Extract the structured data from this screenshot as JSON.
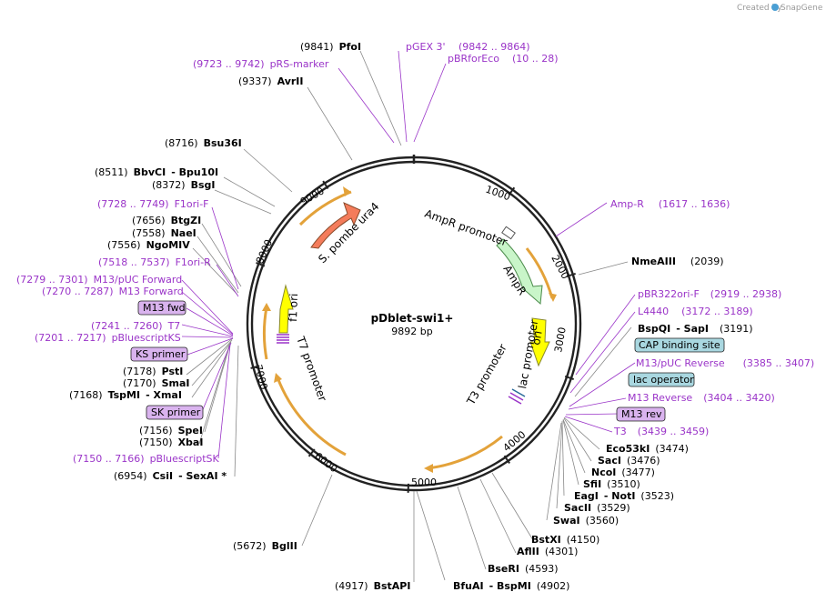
{
  "credit": {
    "prefix": "Created by",
    "brand": "SnapGene"
  },
  "plasmid": {
    "name": "pDblet-swi1+",
    "length": "9892 bp"
  },
  "ticks": [
    "1000",
    "2000",
    "3000",
    "4000",
    "5000",
    "6000",
    "7000",
    "8000",
    "9000"
  ],
  "features": {
    "ampr_promoter": "AmpR promoter",
    "ampr": "AmpR",
    "ori": "ori",
    "lac_promoter": "lac promoter",
    "t3_promoter": "T3 promoter",
    "t7_promoter": "T7 promoter",
    "f1_ori": "f1 ori",
    "s_pombe_ura4": "S. pombe ura4"
  },
  "labels": {
    "pfoi_num": "(9841)",
    "pfoi": "PfoI",
    "pgex3": "pGEX 3'",
    "pgex3_range": "(9842 .. 9864)",
    "pbrforeco": "pBRforEco",
    "pbrforeco_range": "(10 .. 28)",
    "prs_range": "(9723 .. 9742)",
    "prs": "pRS-marker",
    "avrii_num": "(9337)",
    "avrii": "AvrII",
    "bsu36i_num": "(8716)",
    "bsu36i": "Bsu36I",
    "bbvci_num": "(8511)",
    "bbvci": "BbvCI",
    "bpu10i": "- Bpu10I",
    "bsgi_num": "(8372)",
    "bsgi": "BsgI",
    "f1orif_range": "(7728 .. 7749)",
    "f1orif": "F1ori-F",
    "btgzi_num": "(7656)",
    "btgzi": "BtgZI",
    "naei_num": "(7558)",
    "naei": "NaeI",
    "ngomiv_num": "(7556)",
    "ngomiv": "NgoMIV",
    "f1orir_range": "(7518 .. 7537)",
    "f1orir": "F1ori-R",
    "m13pucf_range": "(7279 .. 7301)",
    "m13pucf": "M13/pUC Forward",
    "m13f_range": "(7270 .. 7287)",
    "m13f": "M13 Forward",
    "m13fwd": "M13 fwd",
    "t7_range": "(7241 .. 7260)",
    "t7": "T7",
    "bsks_range": "(7201 .. 7217)",
    "bsks": "pBluescriptKS",
    "ks_primer": "KS primer",
    "psti_num": "(7178)",
    "psti": "PstI",
    "smai_num": "(7170)",
    "smai": "SmaI",
    "tspmi_num": "(7168)",
    "tspmi": "TspMI",
    "xmai": "- XmaI",
    "sk_primer": "SK primer",
    "spei_num": "(7156)",
    "spei": "SpeI",
    "xbai_num": "(7150)",
    "xbai": "XbaI",
    "bssk_range": "(7150 .. 7166)",
    "bssk": "pBluescriptSK",
    "csii_num": "(6954)",
    "csii": "CsiI",
    "sexai": "- SexAI *",
    "bglii_num": "(5672)",
    "bglii": "BglII",
    "bstapi_num": "(4917)",
    "bstapi": "BstAPI",
    "bfuai": "BfuAI",
    "bspmi": "- BspMI",
    "bfuai_num": "(4902)",
    "bseri": "BseRI",
    "bseri_num": "(4593)",
    "aflii": "AflII",
    "aflii_num": "(4301)",
    "bstxi": "BstXI",
    "bstxi_num": "(4150)",
    "swai": "SwaI",
    "swai_num": "(3560)",
    "sacii": "SacII",
    "sacii_num": "(3529)",
    "eagi": "EagI",
    "noti": "- NotI",
    "eagi_num": "(3523)",
    "sfii": "SfiI",
    "sfii_num": "(3510)",
    "ncoi": "NcoI",
    "ncoi_num": "(3477)",
    "saci": "SacI",
    "saci_num": "(3476)",
    "eco53ki": "Eco53kI",
    "eco53ki_num": "(3474)",
    "t3": "T3",
    "t3_range": "(3439 .. 3459)",
    "m13rev": "M13 rev",
    "m13reverse": "M13 Reverse",
    "m13reverse_range": "(3404 .. 3420)",
    "lac_operator": "lac operator",
    "m13pucrev": "M13/pUC Reverse",
    "m13pucrev_range": "(3385 .. 3407)",
    "cap": "CAP binding site",
    "bspqi": "BspQI",
    "sapi": "- SapI",
    "bspqi_num": "(3191)",
    "l4440": "L4440",
    "l4440_range": "(3172 .. 3189)",
    "pbr322": "pBR322ori-F",
    "pbr322_range": "(2919 .. 2938)",
    "nmeaiii": "NmeAIII",
    "nmeaiii_num": "(2039)",
    "ampr_site": "Amp-R",
    "ampr_site_range": "(1617 .. 1636)"
  },
  "colors": {
    "backbone": "#222222",
    "enzyme_line": "#888888",
    "primer_line": "#9a34c8",
    "gene_orange": "#f47c5b",
    "ampr_green": "#c9f5c9",
    "ori_yellow": "#ffff00",
    "promoter_arrow": "#e3a23a",
    "primer_box": "#d9b3ee",
    "site_box": "#a9d7e0"
  }
}
